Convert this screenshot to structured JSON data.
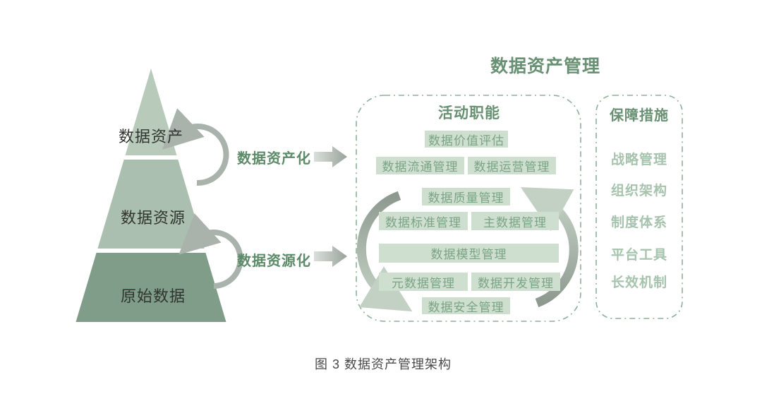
{
  "title": "数据资产管理",
  "caption": "图 3 数据资产管理架构",
  "pyramid": {
    "levels": [
      {
        "label": "数据资产",
        "color": "#b8cbbb"
      },
      {
        "label": "数据资源",
        "color": "#aabfaf"
      },
      {
        "label": "原始数据",
        "color": "#7f9d89"
      }
    ]
  },
  "transforms": [
    {
      "label": "数据资产化"
    },
    {
      "label": "数据资源化"
    }
  ],
  "functions_panel": {
    "header": "活动职能",
    "boxes": [
      {
        "label": "数据价值评估"
      },
      {
        "label": "数据流通管理"
      },
      {
        "label": "数据运营管理"
      },
      {
        "label": "数据质量管理"
      },
      {
        "label": "数据标准管理"
      },
      {
        "label": "主数据管理"
      },
      {
        "label": "数据模型管理"
      },
      {
        "label": "元数据管理"
      },
      {
        "label": "数据开发管理"
      },
      {
        "label": "数据安全管理"
      }
    ]
  },
  "safeguards_panel": {
    "header": "保障措施",
    "items": [
      "战略管理",
      "组织架构",
      "制度体系",
      "平台工具",
      "长效机制"
    ]
  },
  "colors": {
    "heading_green": "#689173",
    "transform_green": "#5d8a68",
    "panel_border_green": "#8db197",
    "box_bg": "#cedecf",
    "box_text": "#7ba486",
    "safeguard_item_green": "#a6c3ad",
    "arrow_gray": "#a9b3ab",
    "arrow_dark_gray": "#8d998f",
    "arrow_light_gray": "#c1cec2",
    "pyramid_text": "#30342f",
    "caption_gray": "#4a4a4a"
  }
}
